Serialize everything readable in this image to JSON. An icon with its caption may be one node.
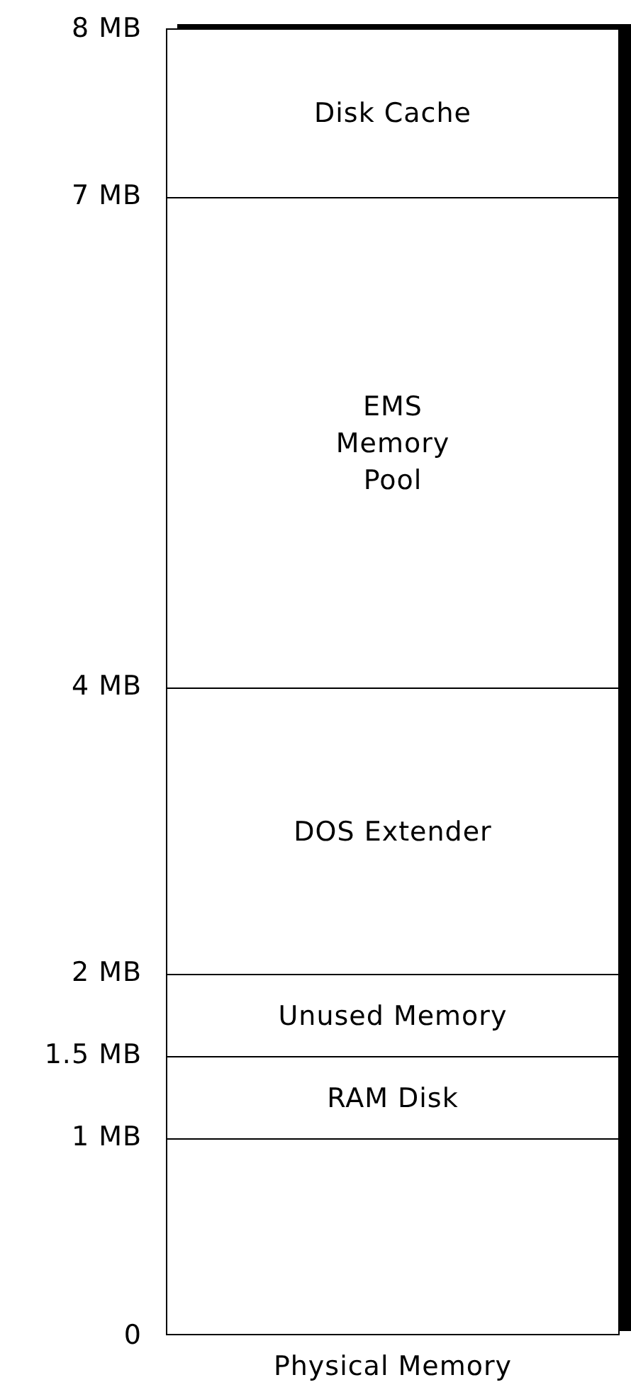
{
  "diagram": {
    "nodes": [
      {
        "text": [
          "Physical Memory"
        ]
      },
      {
        "text": [
          "Disk Cache"
        ],
        "in": 0
      },
      {
        "text": [
          "EMS Memory Pool"
        ],
        "in": 0
      },
      {
        "text": [
          "DOS Extender"
        ],
        "in": 0
      },
      {
        "text": [
          "Unused Memory"
        ],
        "in": 0
      },
      {
        "text": [
          "RAM Disk"
        ],
        "in": 0
      },
      {
        "text": [],
        "shape": "box",
        "in": 0
      }
    ],
    "labels": [
      "8 MB",
      "7 MB",
      "4 MB",
      "2 MB",
      "1.5 MB",
      "1 MB",
      "0"
    ]
  }
}
